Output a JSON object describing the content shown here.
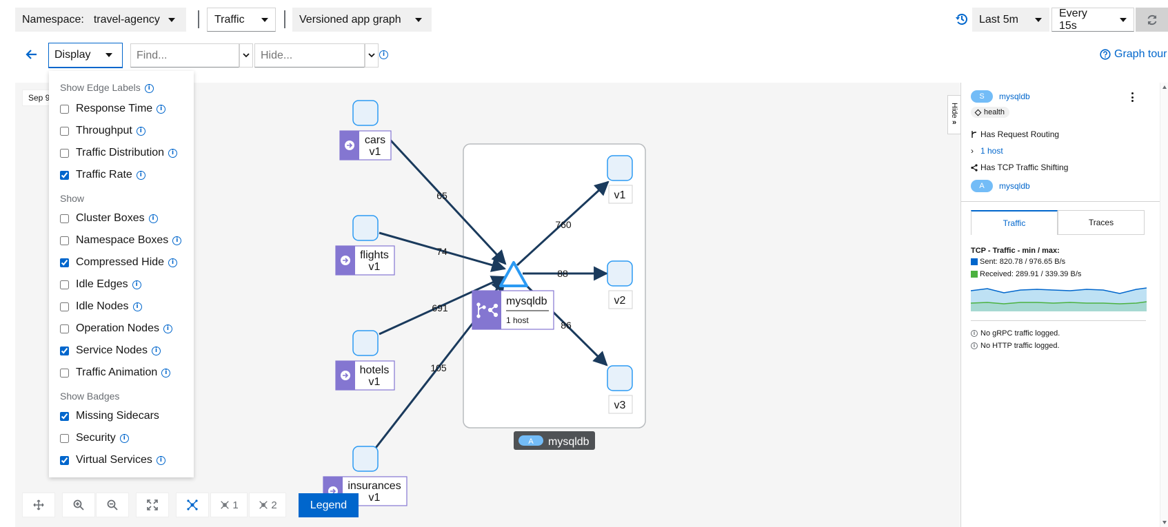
{
  "toolbar": {
    "namespace_label": "Namespace:",
    "namespace_value": "travel-agency",
    "graph_mode": "Traffic",
    "graph_type": "Versioned app graph",
    "time_range": "Last 5m",
    "refresh_interval": "Every 15s"
  },
  "filters": {
    "display_label": "Display",
    "find_placeholder": "Find...",
    "hide_placeholder": "Hide...",
    "graph_tour": "Graph tour"
  },
  "canvas": {
    "date_stamp": "Sep 9"
  },
  "display_menu": {
    "edge_labels_heading": "Show Edge Labels",
    "response_time": "Response Time",
    "throughput": "Throughput",
    "traffic_distribution": "Traffic Distribution",
    "traffic_rate": "Traffic Rate",
    "show_heading": "Show",
    "cluster_boxes": "Cluster Boxes",
    "namespace_boxes": "Namespace Boxes",
    "compressed_hide": "Compressed Hide",
    "idle_edges": "Idle Edges",
    "idle_nodes": "Idle Nodes",
    "operation_nodes": "Operation Nodes",
    "service_nodes": "Service Nodes",
    "traffic_animation": "Traffic Animation",
    "badges_heading": "Show Badges",
    "missing_sidecars": "Missing Sidecars",
    "security": "Security",
    "virtual_services": "Virtual Services",
    "checked": {
      "response_time": false,
      "throughput": false,
      "traffic_distribution": false,
      "traffic_rate": true,
      "cluster_boxes": false,
      "namespace_boxes": false,
      "compressed_hide": true,
      "idle_edges": false,
      "idle_nodes": false,
      "operation_nodes": false,
      "service_nodes": true,
      "traffic_animation": false,
      "missing_sidecars": true,
      "security": false,
      "virtual_services": true
    }
  },
  "graph": {
    "sources": [
      {
        "name": "cars",
        "version": "v1"
      },
      {
        "name": "flights",
        "version": "v1"
      },
      {
        "name": "hotels",
        "version": "v1"
      },
      {
        "name": "insurances",
        "version": "v1"
      }
    ],
    "service": {
      "name": "mysqldb",
      "hosts": "1 host"
    },
    "versions": [
      "v1",
      "v2",
      "v3"
    ],
    "box_app_badge": "A",
    "box_app_label": "mysqldb",
    "edge_in": [
      "65",
      "74",
      "691",
      "105"
    ],
    "edge_out": [
      "760",
      "88",
      "86"
    ]
  },
  "bottom_toolbar": {
    "layout_1": "1",
    "layout_2": "2",
    "legend": "Legend"
  },
  "side_panel": {
    "hide_label": "Hide",
    "service_badge": "S",
    "service_name": "mysqldb",
    "health_label": "health",
    "request_routing": "Has Request Routing",
    "hosts_link": "1 host",
    "tcp_shifting": "Has TCP Traffic Shifting",
    "app_badge": "A",
    "app_name": "mysqldb",
    "tab_traffic": "Traffic",
    "tab_traces": "Traces",
    "tcp_title": "TCP - Traffic - min / max:",
    "sent": "Sent: 820.78 / 976.65 B/s",
    "received": "Received: 289.91 / 339.39 B/s",
    "no_grpc": "No gRPC traffic logged.",
    "no_http": "No HTTP traffic logged."
  },
  "colors": {
    "accent": "#0066cc",
    "sent": "#0066cc",
    "received": "#4cb140",
    "node_purple": "#8476d1",
    "edge": "#1a3a5c"
  }
}
